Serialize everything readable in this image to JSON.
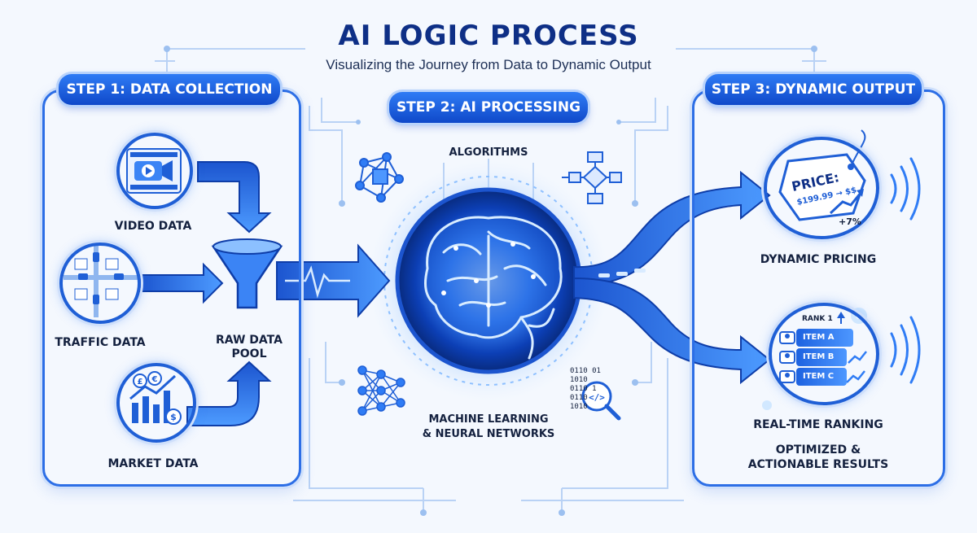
{
  "header": {
    "title": "AI LOGIC PROCESS",
    "subtitle": "Visualizing the Journey from Data to Dynamic Output"
  },
  "step1": {
    "badge": "STEP 1: DATA COLLECTION",
    "sources": [
      {
        "label": "VIDEO DATA",
        "icon": "video-icon"
      },
      {
        "label": "TRAFFIC DATA",
        "icon": "traffic-map-icon"
      },
      {
        "label": "MARKET DATA",
        "icon": "market-chart-icon"
      }
    ],
    "pool_label": "RAW DATA\nPOOL"
  },
  "step2": {
    "badge": "STEP 2: AI PROCESSING",
    "algorithms_label": "ALGORITHMS",
    "ml_label": "MACHINE LEARNING\n& NEURAL NETWORKS",
    "code_digits": [
      "0110 01",
      "1010",
      "0110 1",
      "0110",
      "1010"
    ]
  },
  "step3": {
    "badge": "STEP 3: DYNAMIC OUTPUT",
    "pricing": {
      "label": "DYNAMIC PRICING",
      "tag_title": "PRICE:",
      "tag_value": "$199.99 → $$",
      "change": "+7%"
    },
    "ranking": {
      "label": "REAL-TIME RANKING",
      "rank_label": "RANK 1",
      "items": [
        "ITEM A",
        "ITEM B",
        "ITEM C"
      ]
    },
    "result_label": "OPTIMIZED &\nACTIONABLE RESULTS"
  },
  "colors": {
    "primary": "#1f5fd6",
    "dark": "#0e2f86",
    "glow": "#5aa8ff",
    "background": "#f4f8fe"
  }
}
